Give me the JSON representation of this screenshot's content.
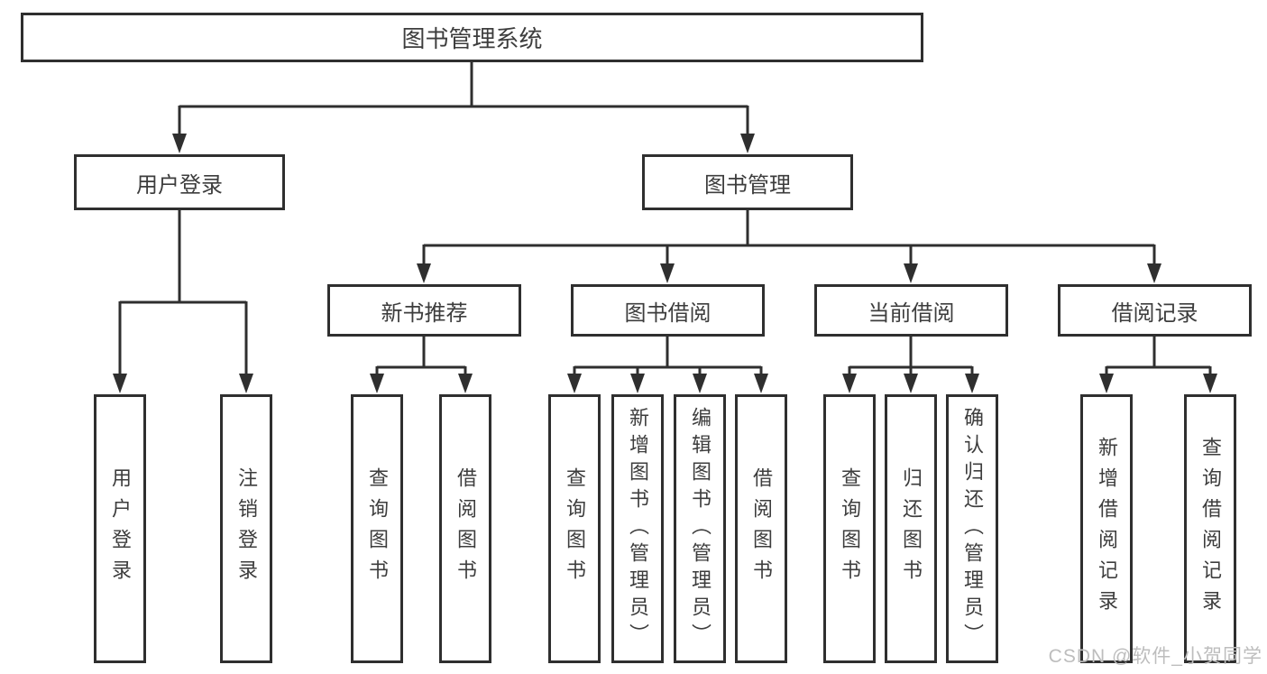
{
  "diagram": {
    "type": "tree",
    "root": {
      "label": "图书管理系统",
      "children": [
        {
          "label": "用户登录",
          "children": [
            {
              "label": "用户登录"
            },
            {
              "label": "注销登录"
            }
          ]
        },
        {
          "label": "图书管理",
          "children": [
            {
              "label": "新书推荐",
              "children": [
                {
                  "label": "查询图书"
                },
                {
                  "label": "借阅图书"
                }
              ]
            },
            {
              "label": "图书借阅",
              "children": [
                {
                  "label": "查询图书"
                },
                {
                  "label": "新增图书（管理员）"
                },
                {
                  "label": "编辑图书（管理员）"
                },
                {
                  "label": "借阅图书"
                }
              ]
            },
            {
              "label": "当前借阅",
              "children": [
                {
                  "label": "查询图书"
                },
                {
                  "label": "归还图书"
                },
                {
                  "label": "确认归还（管理员）"
                }
              ]
            },
            {
              "label": "借阅记录",
              "children": [
                {
                  "label": "新增借阅记录"
                },
                {
                  "label": "查询借阅记录"
                }
              ]
            }
          ]
        }
      ]
    }
  },
  "watermark": {
    "text": "CSDN @软件_小贺同学",
    "color": "#bdbdbd"
  },
  "colors": {
    "line": "#2f2f2f",
    "node_border": "#2f2f2f",
    "node_fill": "#ffffff",
    "text": "#3d3d3d",
    "background": "#ffffff"
  }
}
